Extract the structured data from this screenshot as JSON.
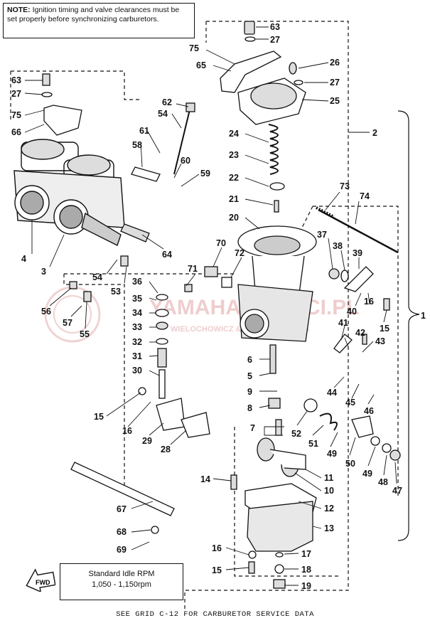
{
  "note": {
    "heading": "NOTE:",
    "text": "Ignition timing and valve clearances must be set properly before synchronizing carburetors."
  },
  "idle_box": {
    "title": "Standard Idle RPM",
    "value": "1,050 - 1,150rpm"
  },
  "caption": "SEE GRID C-12 FOR CARBURETOR SERVICE DATA",
  "fwd_label": "FWD",
  "watermark": {
    "brand": "YAMAHA-CZESCI.PL",
    "sub": "WIELOCHOWICZ & KUBIAK  YAMAHA"
  },
  "labels": {
    "63a": "63",
    "27a": "27",
    "75a": "75",
    "65": "65",
    "26": "26",
    "27b": "27",
    "25": "25",
    "63b": "63",
    "27c": "27",
    "75b": "75",
    "66": "66",
    "62": "62",
    "54a": "54",
    "61": "61",
    "58": "58",
    "60": "60",
    "59": "59",
    "24": "24",
    "23": "23",
    "22": "22",
    "21": "21",
    "20": "20",
    "2": "2",
    "73": "73",
    "74": "74",
    "1": "1",
    "4": "4",
    "3": "3",
    "64": "64",
    "70": "70",
    "72": "72",
    "71": "71",
    "37": "37",
    "38": "38",
    "39": "39",
    "40": "40",
    "16a": "16",
    "15a": "15",
    "41": "41",
    "42": "42",
    "43": "43",
    "54b": "54",
    "53": "53",
    "36": "36",
    "35": "35",
    "34": "34",
    "33": "33",
    "32": "32",
    "31": "31",
    "30": "30",
    "56": "56",
    "57": "57",
    "55": "55",
    "6": "6",
    "5": "5",
    "9": "9",
    "8": "8",
    "7": "7",
    "44": "44",
    "45": "45",
    "46": "46",
    "15b": "15",
    "16b": "16",
    "29": "29",
    "28": "28",
    "52": "52",
    "51": "51",
    "49a": "49",
    "50": "50",
    "49b": "49",
    "48": "48",
    "47": "47",
    "11": "11",
    "10": "10",
    "14": "14",
    "12": "12",
    "13": "13",
    "67": "67",
    "68": "68",
    "69": "69",
    "16c": "16",
    "15c": "15",
    "17": "17",
    "18": "18",
    "19": "19"
  },
  "colors": {
    "ink": "#111111",
    "watermark": "#e2a6a6"
  }
}
